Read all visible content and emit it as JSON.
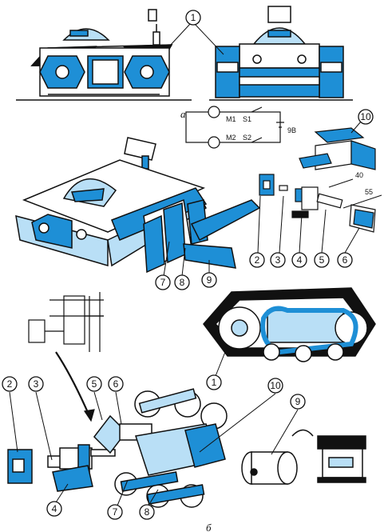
{
  "colors": {
    "accent": "#1e8fd6",
    "light": "#b9dff6",
    "ink": "#111111",
    "dark": "#1a1a1a"
  },
  "panel_labels": {
    "a": "а",
    "b": "б"
  },
  "circuit": {
    "m1": "M1",
    "m2": "M2",
    "s1": "S1",
    "s2": "S2",
    "voltage": "9В"
  },
  "dimensions": {
    "d40": "40",
    "d55": "55"
  },
  "callouts": [
    {
      "id": "top-1",
      "text": "1"
    },
    {
      "id": "top-10",
      "text": "10"
    },
    {
      "id": "mid-2",
      "text": "2"
    },
    {
      "id": "mid-3",
      "text": "3"
    },
    {
      "id": "mid-4",
      "text": "4"
    },
    {
      "id": "mid-5",
      "text": "5"
    },
    {
      "id": "mid-6",
      "text": "6"
    },
    {
      "id": "mid-7",
      "text": "7"
    },
    {
      "id": "mid-8",
      "text": "8"
    },
    {
      "id": "mid-9",
      "text": "9"
    },
    {
      "id": "track-1",
      "text": "1"
    },
    {
      "id": "bot-2",
      "text": "2"
    },
    {
      "id": "bot-3",
      "text": "3"
    },
    {
      "id": "bot-4",
      "text": "4"
    },
    {
      "id": "bot-5",
      "text": "5"
    },
    {
      "id": "bot-6",
      "text": "6"
    },
    {
      "id": "bot-7",
      "text": "7"
    },
    {
      "id": "bot-8",
      "text": "8"
    },
    {
      "id": "bot-9",
      "text": "9"
    },
    {
      "id": "bot-10",
      "text": "10"
    }
  ]
}
